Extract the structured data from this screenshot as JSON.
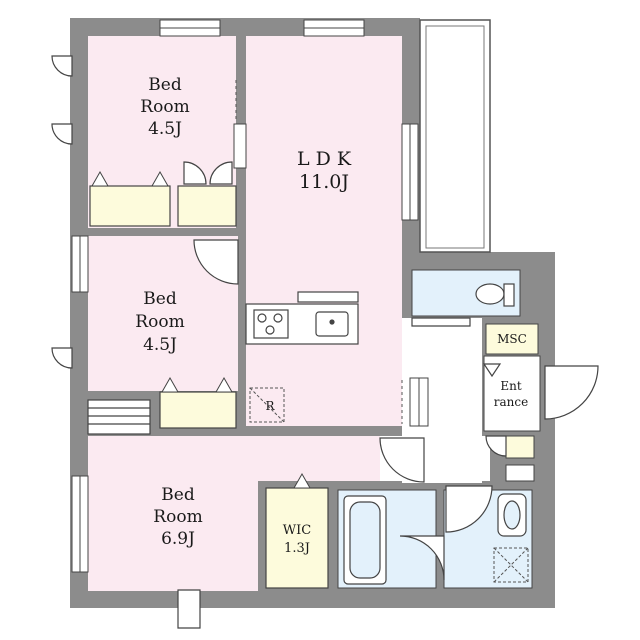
{
  "colors": {
    "wall": "#8c8c8c",
    "bedroom": "#fbeaf1",
    "ldk": "#fbeaf1",
    "storage": "#fdfbdc",
    "wet": "#e3f1fb",
    "corridor": "#ffffff",
    "outline": "#333333"
  },
  "rooms": {
    "bed1": {
      "line1": "Bed",
      "line2": "Room",
      "line3": "4.5J"
    },
    "ldk": {
      "line1": "L D K",
      "line2": "11.0J"
    },
    "bed2": {
      "line1": "Bed",
      "line2": "Room",
      "line3": "4.5J"
    },
    "bed3": {
      "line1": "Bed",
      "line2": "Room",
      "line3": "6.9J"
    },
    "wic": {
      "line1": "WIC",
      "line2": "1.3J"
    },
    "msc": {
      "label": "MSC"
    },
    "entrance": {
      "line1": "Ent",
      "line2": "rance"
    }
  },
  "fridge_mark": "R"
}
